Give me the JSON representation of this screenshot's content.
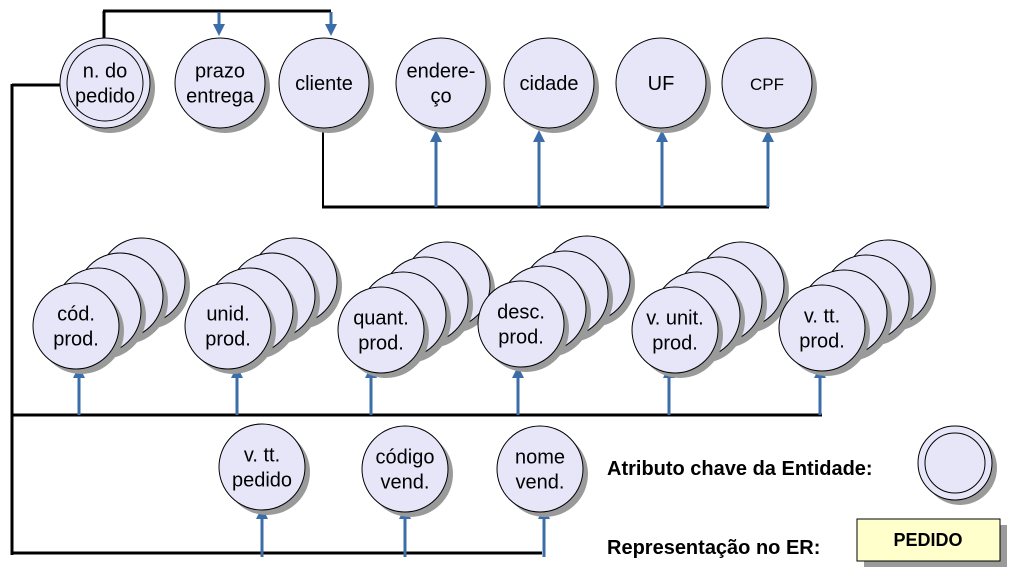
{
  "colors": {
    "fill": "#e6e6f8",
    "stroke": "#000000",
    "arrow": "#3b6ea8",
    "entity_fill": "#ffffcc",
    "shadow": "#9a9a9a"
  },
  "row1": [
    {
      "id": "n-do-pedido",
      "lines": [
        "n. do",
        "pedido"
      ],
      "key": true
    },
    {
      "id": "prazo-entrega",
      "lines": [
        "prazo",
        "entrega"
      ]
    },
    {
      "id": "cliente",
      "lines": [
        "cliente"
      ]
    },
    {
      "id": "endereco",
      "lines": [
        "endere-",
        "ço"
      ]
    },
    {
      "id": "cidade",
      "lines": [
        "cidade"
      ]
    },
    {
      "id": "uf",
      "lines": [
        "UF"
      ]
    },
    {
      "id": "cpf",
      "lines": [
        "CPF"
      ],
      "small": true
    }
  ],
  "row2": [
    {
      "id": "cod-prod",
      "lines": [
        "cód.",
        "prod."
      ]
    },
    {
      "id": "unid-prod",
      "lines": [
        "unid.",
        "prod."
      ]
    },
    {
      "id": "quant-prod",
      "lines": [
        "quant.",
        "prod."
      ]
    },
    {
      "id": "desc-prod",
      "lines": [
        "desc.",
        "prod."
      ]
    },
    {
      "id": "v-unit-prod",
      "lines": [
        "v. unit.",
        "prod."
      ]
    },
    {
      "id": "v-tt-prod",
      "lines": [
        "v. tt.",
        "prod."
      ]
    }
  ],
  "row3": [
    {
      "id": "v-tt-pedido",
      "lines": [
        "v. tt.",
        "pedido"
      ]
    },
    {
      "id": "codigo-vend",
      "lines": [
        "código",
        "vend."
      ]
    },
    {
      "id": "nome-vend",
      "lines": [
        "nome",
        "vend."
      ]
    }
  ],
  "legend": {
    "key_label": "Atributo chave da Entidade:",
    "er_label": "Representação no ER:",
    "entity_name": "PEDIDO"
  }
}
